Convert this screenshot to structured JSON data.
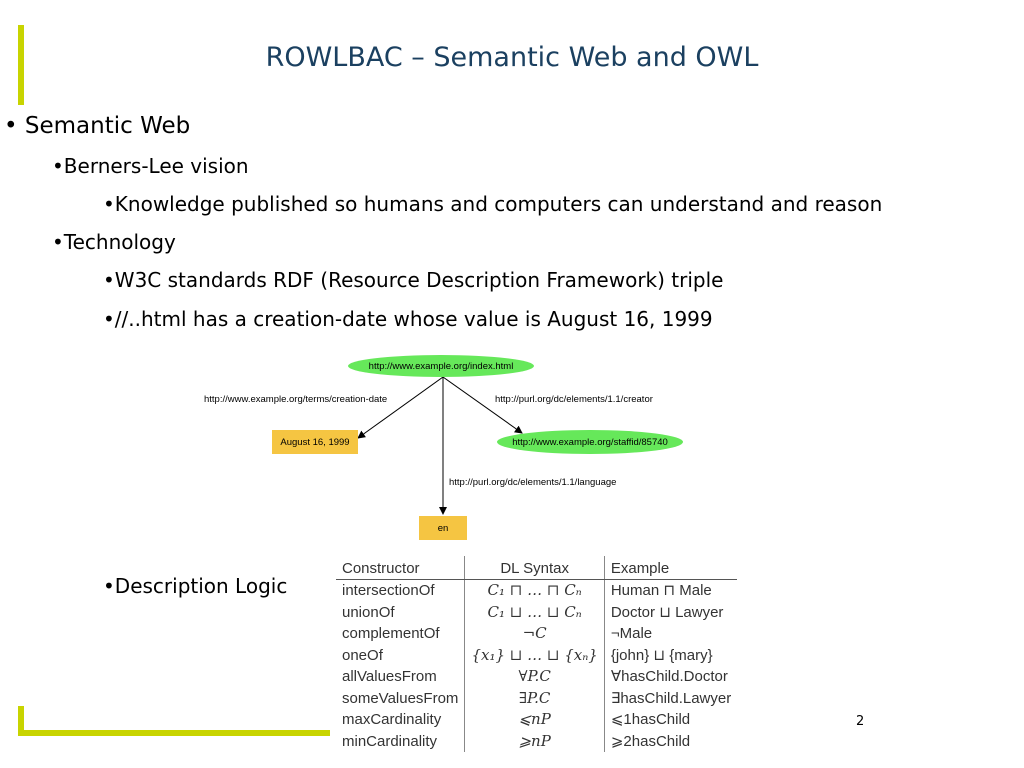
{
  "slide": {
    "title": "ROWLBAC – Semantic Web and OWL",
    "page_number": "2"
  },
  "bullets": {
    "b1": "• Semantic Web",
    "b2": "•Berners-Lee vision",
    "b3": "•Knowledge published so humans and computers can understand and reason",
    "b4": "•Technology",
    "b5": "•W3C standards RDF (Resource Description Framework) triple",
    "b6": "•//..html has a creation-date whose value is August 16, 1999",
    "b7": "•Description Logic"
  },
  "diagram": {
    "nodes": {
      "subject": "http://www.example.org/index.html",
      "date": "August 16, 1999",
      "staff": "http://www.example.org/staffid/85740",
      "lang": "en"
    },
    "edges": {
      "creation_date": "http://www.example.org/terms/creation-date",
      "creator": "http://purl.org/dc/elements/1.1/creator",
      "language": "http://purl.org/dc/elements/1.1/language"
    },
    "colors": {
      "ellipse": "#66e85a",
      "rect": "#f5c542"
    }
  },
  "dl_table": {
    "headers": [
      "Constructor",
      "DL Syntax",
      "Example"
    ],
    "rows": [
      [
        "intersectionOf",
        "C₁ ⊓ … ⊓ Cₙ",
        "Human ⊓ Male"
      ],
      [
        "unionOf",
        "C₁ ⊔ … ⊔ Cₙ",
        "Doctor ⊔ Lawyer"
      ],
      [
        "complementOf",
        "¬C",
        "¬Male"
      ],
      [
        "oneOf",
        "{x₁} ⊔ … ⊔ {xₙ}",
        "{john} ⊔ {mary}"
      ],
      [
        "allValuesFrom",
        "∀P.C",
        "∀hasChild.Doctor"
      ],
      [
        "someValuesFrom",
        "∃P.C",
        "∃hasChild.Lawyer"
      ],
      [
        "maxCardinality",
        "⩽nP",
        "⩽1hasChild"
      ],
      [
        "minCardinality",
        "⩾nP",
        "⩾2hasChild"
      ]
    ]
  },
  "colors": {
    "title": "#1b4060",
    "accent": "#c8d400"
  }
}
